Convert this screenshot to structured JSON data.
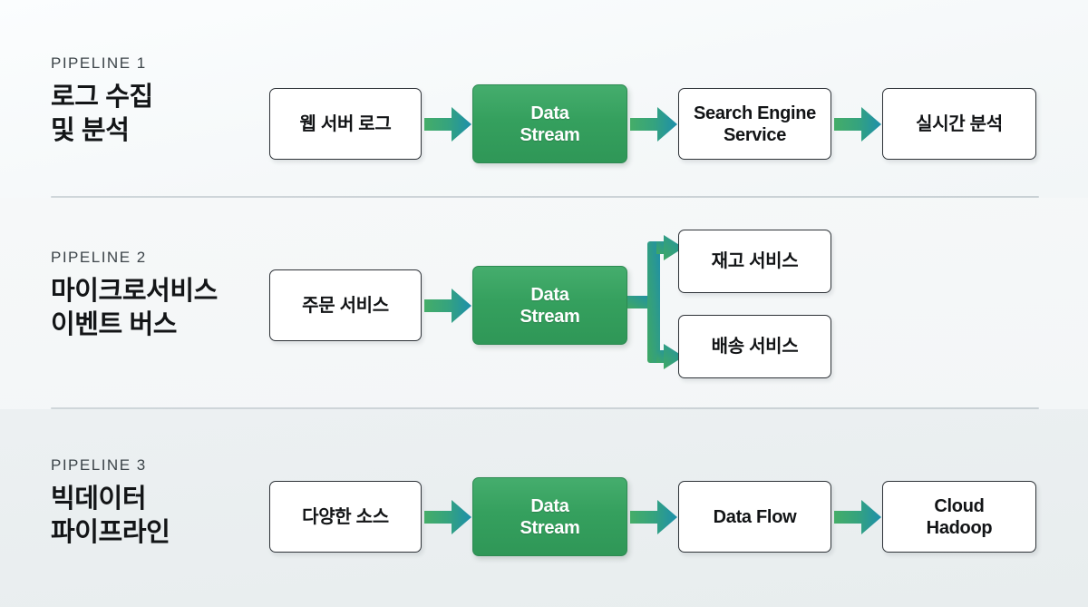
{
  "theme": {
    "accent_green": "#35a05e",
    "arrow_gradient_from": "#3faa63",
    "arrow_gradient_to": "#1d8fab",
    "box_border": "#2e3338",
    "text_dark": "#121416",
    "band_1_bg": "#f7fafb",
    "band_2_bg": "#f4f7f8",
    "band_3_bg": "#e9eef0"
  },
  "pipelines": [
    {
      "kicker": "PIPELINE 1",
      "headline": "로그 수집\n및 분석",
      "nodes": [
        {
          "label": "웹 서버 로그",
          "accent": false
        },
        {
          "label": "Data\nStream",
          "accent": true
        },
        {
          "label": "Search Engine\nService",
          "accent": false
        },
        {
          "label": "실시간 분석",
          "accent": false
        }
      ]
    },
    {
      "kicker": "PIPELINE 2",
      "headline": "마이크로서비스\n이벤트 버스",
      "nodes": [
        {
          "label": "주문 서비스",
          "accent": false
        },
        {
          "label": "Data\nStream",
          "accent": true
        },
        {
          "label": "재고 서비스",
          "accent": false
        },
        {
          "label": "배송 서비스",
          "accent": false
        }
      ]
    },
    {
      "kicker": "PIPELINE 3",
      "headline": "빅데이터\n파이프라인",
      "nodes": [
        {
          "label": "다양한 소스",
          "accent": false
        },
        {
          "label": "Data\nStream",
          "accent": true
        },
        {
          "label": "Data Flow",
          "accent": false
        },
        {
          "label": "Cloud\nHadoop",
          "accent": false
        }
      ]
    }
  ]
}
